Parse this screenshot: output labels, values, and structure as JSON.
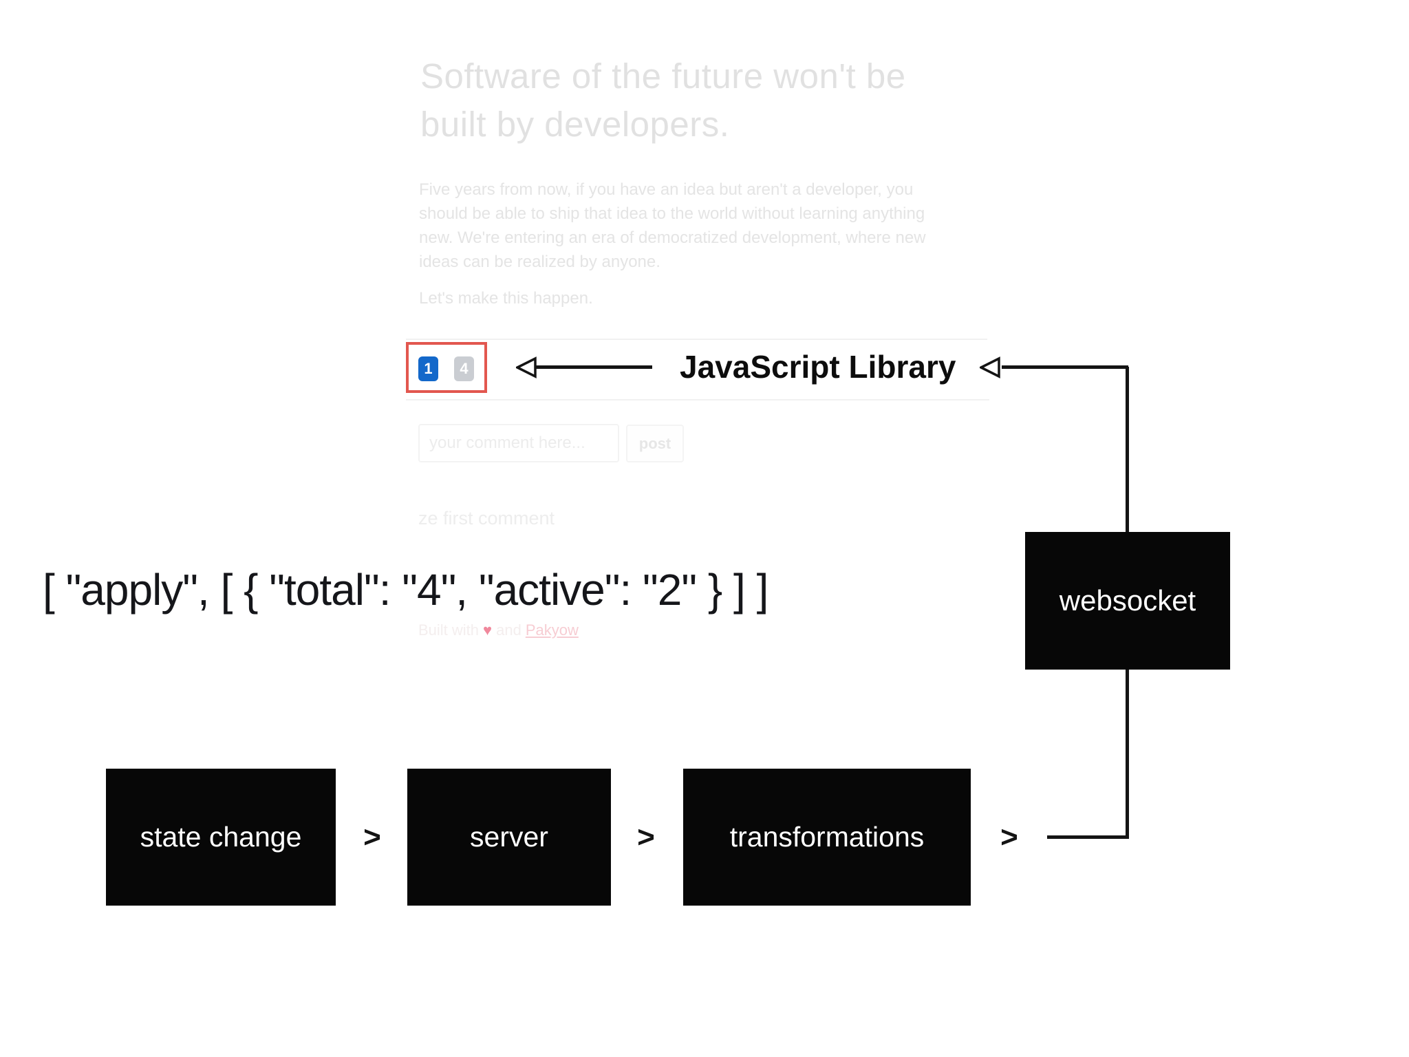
{
  "colors": {
    "accent_red": "#e2574f",
    "badge_blue": "#1368ca",
    "badge_gray": "#cacdd2",
    "ink_black": "#141414",
    "faded_text_gray": "#e4e4e4",
    "heart_pink": "#f0889c",
    "link_pink": "#f7cdd3"
  },
  "faded_page": {
    "title_lines": [
      "Software of the future won't be",
      "built by developers."
    ],
    "paragraph_lines": [
      "Five years from now, if you have an idea but aren't a developer, you",
      "should be able to ship that idea to the world without learning anything",
      "new. We're entering an era of democratized development, where new",
      "ideas can be realized by anyone."
    ],
    "cta": "Let's make this happen.",
    "badges": [
      "1",
      "4"
    ],
    "comment": {
      "placeholder": "your comment here...",
      "post_label": "post"
    },
    "first_comment": "ze first comment",
    "footer": {
      "prefix": "Built with",
      "heart": "♥",
      "middle": "and",
      "link": "Pakyow"
    }
  },
  "overlay": {
    "json_snippet": "[ \"apply\", [ { \"total\": \"4\", \"active\": \"2\" } ] ]",
    "library_label": "JavaScript Library",
    "websocket_label": "websocket",
    "chevron": ">",
    "flow": [
      {
        "label": "state change"
      },
      {
        "label": "server"
      },
      {
        "label": "transformations"
      }
    ]
  }
}
